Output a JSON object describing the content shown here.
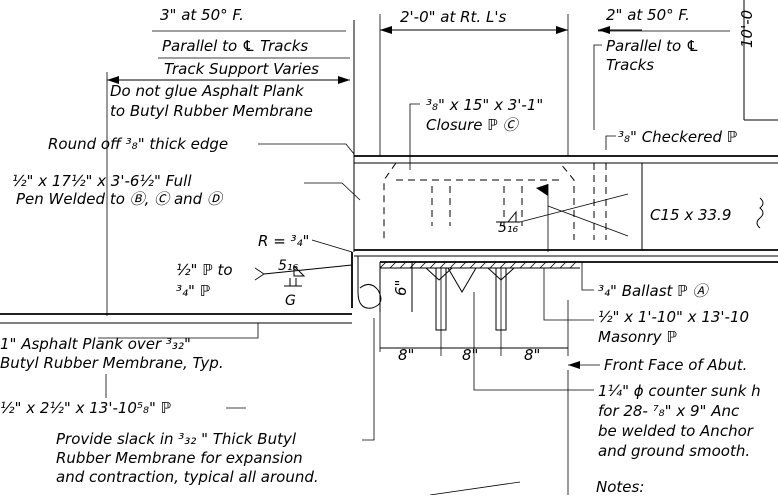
{
  "notes": {
    "n1": "3\" at 50° F.",
    "n2": "Parallel to ℄ Tracks",
    "n3": "Track Support Varies",
    "n4a": "Do not glue Asphalt Plank",
    "n4b": "to Butyl Rubber Membrane",
    "n5": "Round off ³₈\" thick edge",
    "n6a": "½\" x 17½\" x 3'-6½\" Full",
    "n6b": "Pen Welded to Ⓑ, Ⓒ and Ⓓ",
    "n7": "R = ³₄\"",
    "n8a": "½\" ℙ to",
    "n8b": "³₄\" ℙ",
    "n9a": "1\" Asphalt Plank over ³₃₂\"",
    "n9b": "Butyl Rubber Membrane, Typ.",
    "n10": "½\" x 2½\" x 13'-10⁵₈\" ℙ",
    "n11a": "Provide slack in ³₃₂ \" Thick Butyl",
    "n11b": "Rubber Membrane for expansion",
    "n11c": "and contraction, typical all around.",
    "n12": "2'-0\" at Rt. L's",
    "n13a": "³₈\" x 15\" x 3'-1\"",
    "n13b": "Closure ℙ Ⓒ",
    "n14": "2\" at 50° F.",
    "n15a": "Parallel to ℄",
    "n15b": "Tracks",
    "n16": "10'-0",
    "n17": "³₈\" Checkered ℙ",
    "n18": "C15 x 33.9",
    "n19": "³₄\" Ballast ℙ Ⓐ",
    "n20a": "½\" x 1'-10\" x 13'-10",
    "n20b": "Masonry ℙ",
    "n21": "Front Face of Abut.",
    "n22a": "1¼\" ϕ counter sunk h",
    "n22b": "for 28- ⁷₈\" x 9\" Anc",
    "n22c": "be welded to Anchor",
    "n22d": "and ground smooth.",
    "n23": "Notes:",
    "dim_6": "6\"",
    "dim_8a": "8\"",
    "dim_8b": "8\"",
    "dim_8c": "8\"",
    "weld_5_16": "5₁₆",
    "weld_5_16b": "5₁₆",
    "weld_g": "G"
  }
}
